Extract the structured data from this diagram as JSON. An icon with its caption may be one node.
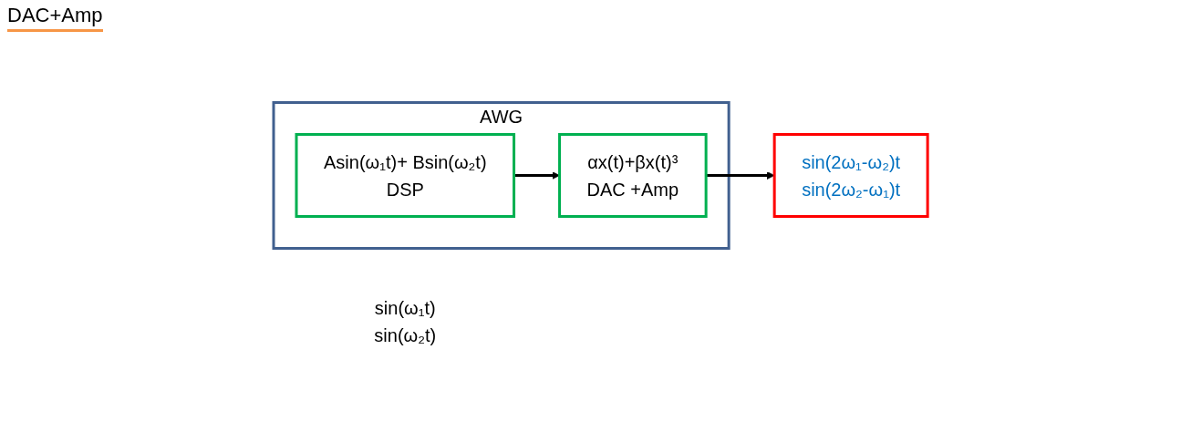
{
  "diagram": {
    "nodes": [
      {
        "text": [
          "AWG"
        ]
      },
      {
        "text": [
          "Asin(ω₁t)+ Bsin(ω₂t)",
          "DSP"
        ],
        "in": 0
      },
      {
        "text": [
          "αx(t)+βx(t)³",
          "DAC +Amp"
        ],
        "in": 0
      },
      {
        "text": [
          "sin(2ω₁-ω₂)t",
          "sin(2ω₂-ω₁)t"
        ],
        "beside": [
          "sin(ω₁t)",
          "sin(ω₂t)"
        ]
      }
    ],
    "edges": [
      {
        "from": 1,
        "to": 2,
        "arrow": "to"
      },
      {
        "from": 2,
        "to": 3,
        "arrow": "to"
      }
    ],
    "labels": [
      "DAC+Amp"
    ]
  }
}
